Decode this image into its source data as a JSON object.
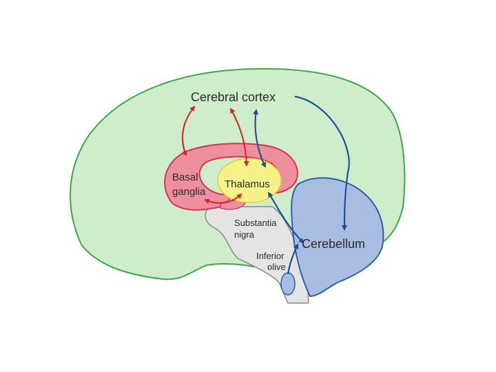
{
  "labels": {
    "cerebral_cortex": "Cerebral cortex",
    "basal_line1": "Basal",
    "basal_line2": "ganglia",
    "thalamus": "Thalamus",
    "substantia_line1": "Substantia",
    "substantia_line2": "nigra",
    "inferior_line1": "Inferior",
    "inferior_line2": "olive",
    "cerebellum": "Cerebellum"
  },
  "colors": {
    "cortex_fill": "#cfeccb",
    "cortex_stroke": "#3fa54a",
    "basal_fill": "#ee8fa0",
    "basal_stroke": "#d8324f",
    "thalamus_fill": "#f5f28a",
    "brainstem_fill": "#e4e4e4",
    "brainstem_stroke": "#8a8a8a",
    "cerebellum_fill": "#a9bde3",
    "cerebellum_stroke": "#2d5ea6",
    "red_arrow": "#d42a2a",
    "blue_arrow": "#1f4f9a"
  }
}
